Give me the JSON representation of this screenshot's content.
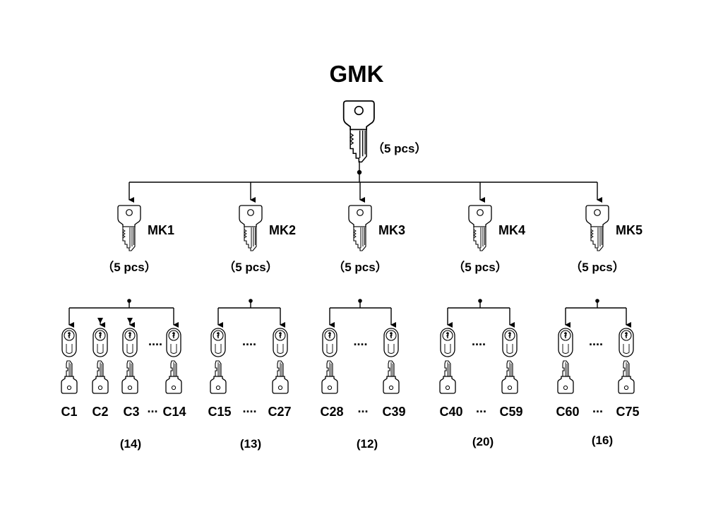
{
  "title": "GMK",
  "gmk_quantity": "（5 pcs）",
  "groups": [
    {
      "master": "MK1",
      "quantity": "（5 pcs）",
      "cylinder_count": 4,
      "ellipsis": "....",
      "labels": [
        "C1",
        "C2",
        "C3",
        "C14"
      ],
      "label_ellipsis": "...",
      "count": "(14)"
    },
    {
      "master": "MK2",
      "quantity": "（5 pcs）",
      "cylinder_count": 2,
      "ellipsis": "....",
      "labels": [
        "C15",
        "C27"
      ],
      "label_ellipsis": "....",
      "count": "(13)"
    },
    {
      "master": "MK3",
      "quantity": "（5 pcs）",
      "cylinder_count": 2,
      "ellipsis": "....",
      "labels": [
        "C28",
        "C39"
      ],
      "label_ellipsis": "...",
      "count": "(12)"
    },
    {
      "master": "MK4",
      "quantity": "（5 pcs）",
      "cylinder_count": 2,
      "ellipsis": "....",
      "labels": [
        "C40",
        "C59"
      ],
      "label_ellipsis": "...",
      "count": "(20)"
    },
    {
      "master": "MK5",
      "quantity": "（5 pcs）",
      "cylinder_count": 2,
      "ellipsis": "....",
      "labels": [
        "C60",
        "C75"
      ],
      "label_ellipsis": "...",
      "count": "(16)"
    }
  ]
}
